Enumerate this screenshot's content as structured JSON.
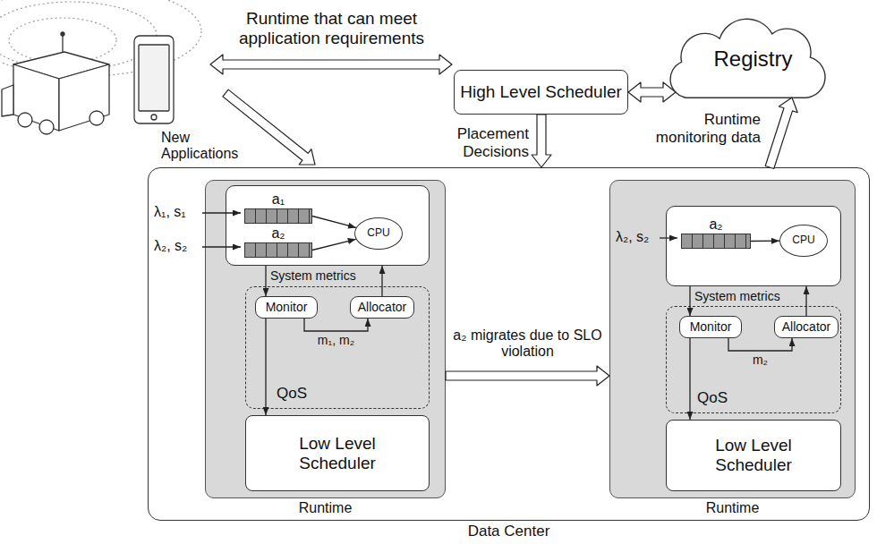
{
  "diagram": {
    "nodes": [
      {
        "text": [
          "High Level Scheduler"
        ]
      },
      {
        "text": [
          "Registry"
        ]
      },
      {
        "text": [
          "Data Center"
        ]
      },
      {
        "text": [
          "Runtime"
        ],
        "in": 2
      },
      {
        "text": [],
        "in": 3
      },
      {
        "text": [
          "a₁"
        ],
        "in": 4
      },
      {
        "text": [
          "a₂"
        ],
        "in": 4
      },
      {
        "text": [
          "CPU"
        ],
        "in": 4
      },
      {
        "text": [
          "QoS"
        ],
        "in": 3
      },
      {
        "text": [
          "Monitor"
        ],
        "in": 8
      },
      {
        "text": [
          "Allocator"
        ],
        "in": 8
      },
      {
        "text": [
          "Low Level Scheduler"
        ],
        "in": 3
      },
      {
        "text": [
          "Runtime"
        ],
        "in": 2
      },
      {
        "text": [],
        "in": 12
      },
      {
        "text": [
          "a₂"
        ],
        "in": 13
      },
      {
        "text": [
          "CPU"
        ],
        "in": 13
      },
      {
        "text": [
          "QoS"
        ],
        "in": 12
      },
      {
        "text": [
          "Monitor"
        ],
        "in": 16
      },
      {
        "text": [
          "Allocator"
        ],
        "in": 16
      },
      {
        "text": [
          "Low Level Scheduler"
        ],
        "in": 12
      }
    ],
    "edges": [
      {
        "from": 0,
        "to": 1,
        "arrow": "both"
      },
      {
        "from": 0,
        "to": 2,
        "label": "Placement Decisions",
        "arrow": "to"
      },
      {
        "from": 2,
        "to": 1,
        "label": "Runtime monitoring data",
        "arrow": "to"
      },
      {
        "from": 3,
        "to": 12,
        "label": "a₂ migrates due to SLO violation",
        "arrow": "to"
      },
      {
        "from": 5,
        "to": 7,
        "arrow": "to"
      },
      {
        "from": 6,
        "to": 7,
        "arrow": "to"
      },
      {
        "from": 4,
        "to": 9,
        "label": "System metrics",
        "arrow": "to"
      },
      {
        "from": 10,
        "to": 4,
        "arrow": "to"
      },
      {
        "from": 9,
        "to": 10,
        "label": "m₁, m₂",
        "arrow": "to"
      },
      {
        "from": 9,
        "to": 11,
        "arrow": "to"
      },
      {
        "from": 14,
        "to": 15,
        "arrow": "to"
      },
      {
        "from": 13,
        "to": 17,
        "label": "System metrics",
        "arrow": "to"
      },
      {
        "from": 18,
        "to": 13,
        "arrow": "to"
      },
      {
        "from": 17,
        "to": 18,
        "label": "m₂",
        "arrow": "to"
      },
      {
        "from": 17,
        "to": 19,
        "arrow": "to"
      }
    ],
    "labels": [
      "Runtime that can meet application requirements",
      "New Applications",
      "λ₁, s₁",
      "λ₂, s₂",
      "λ₂, s₂"
    ]
  }
}
